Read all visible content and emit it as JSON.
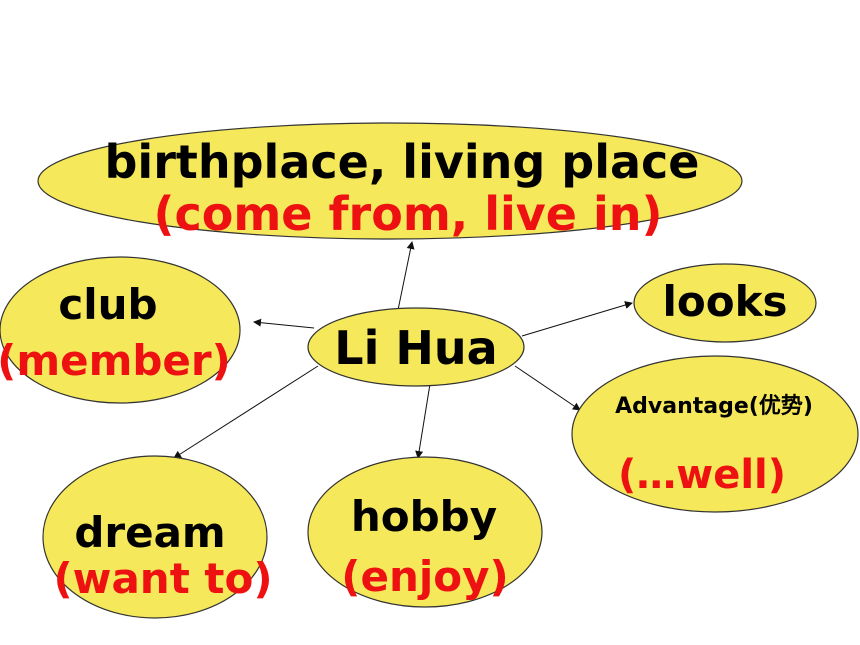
{
  "colors": {
    "node_fill": "#f5e85a",
    "node_stroke": "#333333",
    "main_text": "#000000",
    "sub_text": "#ee1111",
    "arrow": "#111111"
  },
  "center": {
    "label": "Li Hua"
  },
  "nodes": {
    "birthplace": {
      "label": "birthplace, living place",
      "hint": "(come from, live in)"
    },
    "club": {
      "label": "club",
      "hint": "(member)"
    },
    "looks": {
      "label": "looks"
    },
    "advantage": {
      "label": "Advantage(优势)",
      "hint": "(…well)"
    },
    "hobby": {
      "label": "hobby",
      "hint": "(enjoy)"
    },
    "dream": {
      "label": "dream",
      "hint": "(want to)"
    }
  }
}
